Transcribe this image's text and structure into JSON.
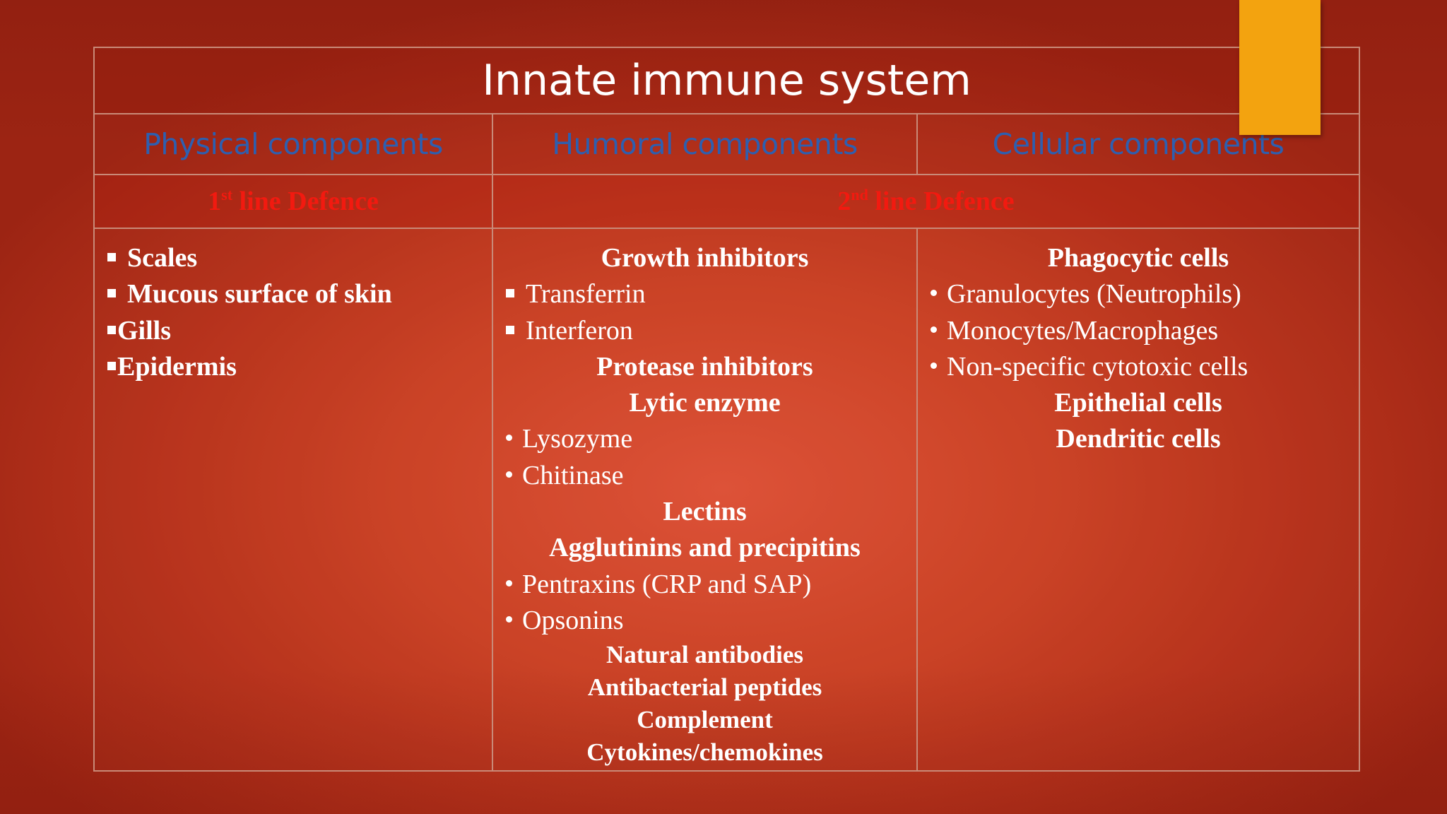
{
  "title": "Innate immune system",
  "headers": [
    "Physical components",
    "Humoral components",
    "Cellular components"
  ],
  "defence": {
    "first": {
      "num": "1",
      "sup": "st",
      "text": " line Defence"
    },
    "second": {
      "num": "2",
      "sup": "nd",
      "text": " line Defence"
    }
  },
  "physical": [
    {
      "text": "Scales",
      "marker": "square"
    },
    {
      "text": "Mucous surface of skin",
      "marker": "square"
    },
    {
      "text": "Gills",
      "marker": "square-tight"
    },
    {
      "text": "Epidermis",
      "marker": "square-tight"
    }
  ],
  "humoral": [
    {
      "text": "Growth inhibitors",
      "style": "heading"
    },
    {
      "text": "Transferrin",
      "marker": "square"
    },
    {
      "text": "Interferon",
      "marker": "square"
    },
    {
      "text": "Protease inhibitors",
      "style": "heading"
    },
    {
      "text": "Lytic enzyme",
      "style": "heading"
    },
    {
      "text": "Lysozyme",
      "marker": "dot"
    },
    {
      "text": "Chitinase",
      "marker": "dot"
    },
    {
      "text": "Lectins",
      "style": "heading"
    },
    {
      "text": "Agglutinins and precipitins",
      "style": "heading"
    },
    {
      "text": "Pentraxins (CRP and SAP)",
      "marker": "dot"
    },
    {
      "text": "Opsonins",
      "marker": "dot"
    },
    {
      "text": "Natural antibodies",
      "style": "small"
    },
    {
      "text": "Antibacterial peptides",
      "style": "small"
    },
    {
      "text": "Complement",
      "style": "small"
    },
    {
      "text": "Cytokines/chemokines",
      "style": "small"
    }
  ],
  "cellular": [
    {
      "text": "Phagocytic cells",
      "style": "heading"
    },
    {
      "text": "Granulocytes (Neutrophils)",
      "marker": "dot"
    },
    {
      "text": "Monocytes/Macrophages",
      "marker": "dot"
    },
    {
      "text": "Non-specific cytotoxic cells",
      "marker": "dot"
    },
    {
      "text": "Epithelial cells",
      "style": "heading"
    },
    {
      "text": "Dendritic cells",
      "style": "heading"
    }
  ],
  "colors": {
    "background": "#cf4527",
    "accent_bar": "#f3a30f",
    "header_text": "#2d5fb0",
    "defence_text": "#f21a10",
    "body_text": "#ffffff",
    "grid_line": "#c98a78"
  }
}
